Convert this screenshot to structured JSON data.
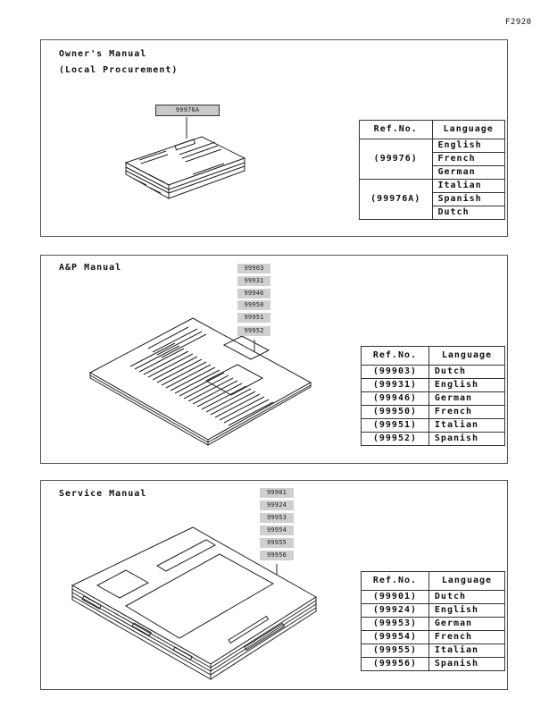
{
  "figure_code": "F2920",
  "owners_manual": {
    "title": "Owner's Manual",
    "subtitle": "(Local Procurement)",
    "part_tag": "99976A",
    "table": {
      "header_ref": "Ref.No.",
      "header_lang": "Language",
      "groups": [
        {
          "ref": "(99976)",
          "languages": [
            "English",
            "French",
            "German"
          ]
        },
        {
          "ref": "(99976A)",
          "languages": [
            "Italian",
            "Spanish",
            "Dutch"
          ]
        }
      ]
    }
  },
  "ap_manual": {
    "title": "A&P Manual",
    "part_tags": [
      "99903",
      "99931",
      "99946",
      "99950",
      "99951",
      "99952"
    ],
    "table": {
      "header_ref": "Ref.No.",
      "header_lang": "Language",
      "rows": [
        {
          "ref": "(99903)",
          "lang": "Dutch"
        },
        {
          "ref": "(99931)",
          "lang": "English"
        },
        {
          "ref": "(99946)",
          "lang": "German"
        },
        {
          "ref": "(99950)",
          "lang": "French"
        },
        {
          "ref": "(99951)",
          "lang": "Italian"
        },
        {
          "ref": "(99952)",
          "lang": "Spanish"
        }
      ]
    }
  },
  "service_manual": {
    "title": "Service Manual",
    "part_tags": [
      "99901",
      "99924",
      "99953",
      "99954",
      "99955",
      "99956"
    ],
    "table": {
      "header_ref": "Ref.No.",
      "header_lang": "Language",
      "rows": [
        {
          "ref": "(99901)",
          "lang": "Dutch"
        },
        {
          "ref": "(99924)",
          "lang": "English"
        },
        {
          "ref": "(99953)",
          "lang": "German"
        },
        {
          "ref": "(99954)",
          "lang": "French"
        },
        {
          "ref": "(99955)",
          "lang": "Italian"
        },
        {
          "ref": "(99956)",
          "lang": "Spanish"
        }
      ]
    }
  }
}
